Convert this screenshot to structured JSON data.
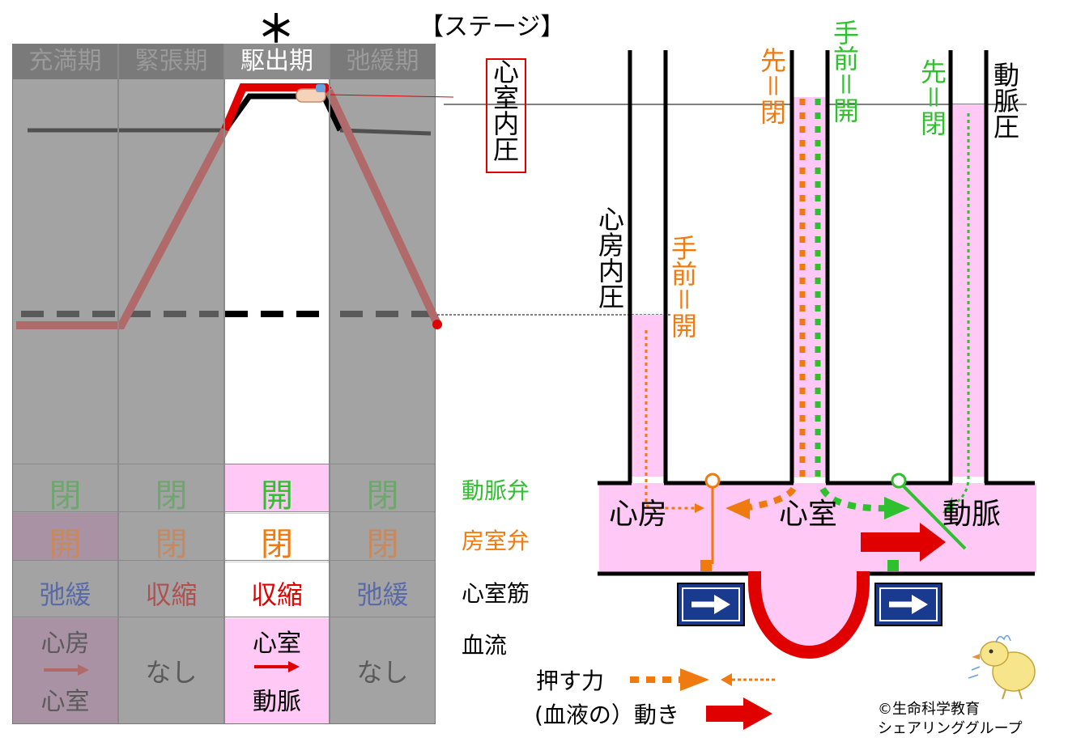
{
  "header": {
    "asterisk": "＊",
    "stage_title": "【ステージ】"
  },
  "phases": [
    {
      "label": "充満期",
      "active": false
    },
    {
      "label": "緊張期",
      "active": false
    },
    {
      "label": "駆出期",
      "active": true
    },
    {
      "label": "弛緩期",
      "active": false
    }
  ],
  "rows": {
    "arterial_valve": {
      "label": "動脈弁",
      "values": [
        "閉",
        "閉",
        "開",
        "閉"
      ]
    },
    "av_valve": {
      "label": "房室弁",
      "values": [
        "開",
        "閉",
        "閉",
        "閉"
      ]
    },
    "ventricle_muscle": {
      "label": "心室筋",
      "values": [
        "弛緩",
        "収縮",
        "収縮",
        "弛緩"
      ]
    },
    "blood_flow": {
      "label": "血流",
      "values": [
        {
          "from": "心房",
          "to": "心室"
        },
        {
          "text": "なし"
        },
        {
          "from": "心室",
          "to": "動脈"
        },
        {
          "text": "なし"
        }
      ]
    }
  },
  "pressure_labels": {
    "ventricle": "心室内圧",
    "atrium": "心房内圧",
    "artery": "動脈圧"
  },
  "valve_labels": {
    "orange_top_a": "先",
    "orange_top_b": "＝",
    "orange_top_c": "閉",
    "green_top_a": "手前",
    "green_top_b": "＝",
    "green_top_c": "開",
    "green_right_a": "先",
    "green_right_b": "＝",
    "green_right_c": "閉",
    "orange_mid_a": "手前",
    "orange_mid_b": "＝",
    "orange_mid_c": "開"
  },
  "chambers": {
    "atrium": "心房",
    "ventricle": "心室",
    "artery": "動脈"
  },
  "legend": {
    "push_force": "押す力",
    "blood_motion": "(血液の）動き"
  },
  "credit": {
    "line1": "©生命科学教育",
    "line2": "シェアリンググループ"
  },
  "colors": {
    "ventricle_pressure": "#e00000",
    "chamber_fill": "#ffc8f5",
    "arterial_valve": "#2fc02f",
    "av_valve": "#ef7a10",
    "sign_blue": "#1a3a8f"
  }
}
